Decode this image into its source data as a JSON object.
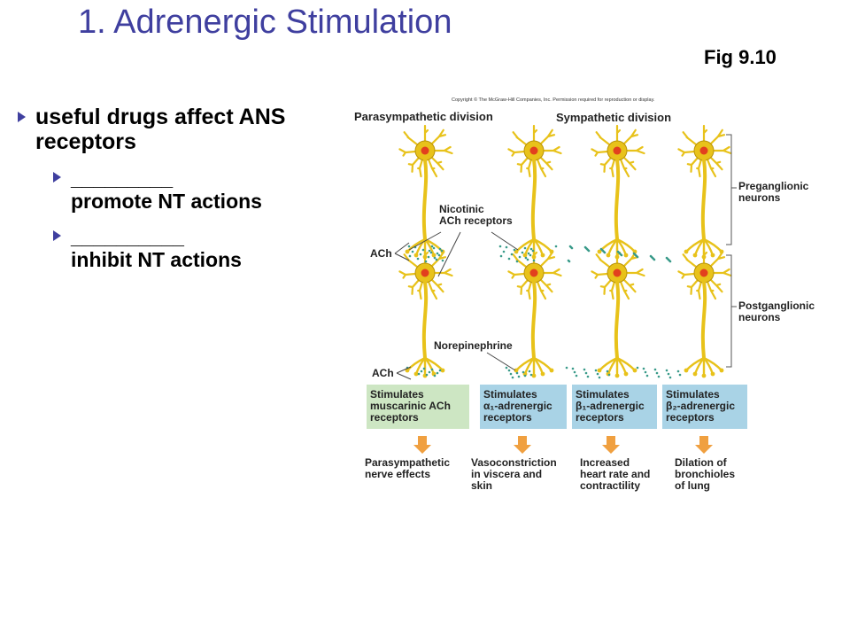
{
  "slide": {
    "title": "1. Adrenergic Stimulation",
    "fig_ref": "Fig 9.10"
  },
  "bullets": {
    "main": "useful drugs affect ANS receptors",
    "sub1_blank": "_________",
    "sub1_text": "promote NT actions",
    "sub2_blank": "__________",
    "sub2_text": "inhibit NT actions"
  },
  "diagram": {
    "copyright": "Copyright © The McGraw-Hill Companies, Inc. Permission required for reproduction or display.",
    "parasympathetic_label": "Parasympathetic division",
    "sympathetic_label": "Sympathetic division",
    "preganglionic_label": [
      "Preganglionic",
      "neurons"
    ],
    "postganglionic_label": [
      "Postganglionic",
      "neurons"
    ],
    "nicotinic_label": [
      "Nicotinic",
      "ACh receptors"
    ],
    "ach_upper": "ACh",
    "ach_lower": "ACh",
    "norepinephrine_label": "Norepinephrine",
    "boxes": [
      {
        "lines": [
          "Stimulates",
          "muscarinic ACh",
          "receptors"
        ],
        "color": "#cde6c3"
      },
      {
        "lines": [
          "Stimulates",
          "α₁-adrenergic",
          "receptors"
        ],
        "color": "#a9d3e6"
      },
      {
        "lines": [
          "Stimulates",
          "β₁-adrenergic",
          "receptors"
        ],
        "color": "#a9d3e6"
      },
      {
        "lines": [
          "Stimulates",
          "β₂-adrenergic",
          "receptors"
        ],
        "color": "#a9d3e6"
      }
    ],
    "effects": [
      [
        "Parasympathetic",
        "nerve effects"
      ],
      [
        "Vasoconstriction",
        "in viscera and",
        "skin"
      ],
      [
        "Increased",
        "heart rate and",
        "contractility"
      ],
      [
        "Dilation of",
        "bronchioles",
        "of lung"
      ]
    ],
    "colors": {
      "neuron": "#e8c21a",
      "neuron_outline": "#b8930a",
      "nucleus": "#e2401e",
      "dots": "#3a9b8a",
      "arrow": "#f0a040",
      "accent_title": "#3f3f9f"
    }
  }
}
